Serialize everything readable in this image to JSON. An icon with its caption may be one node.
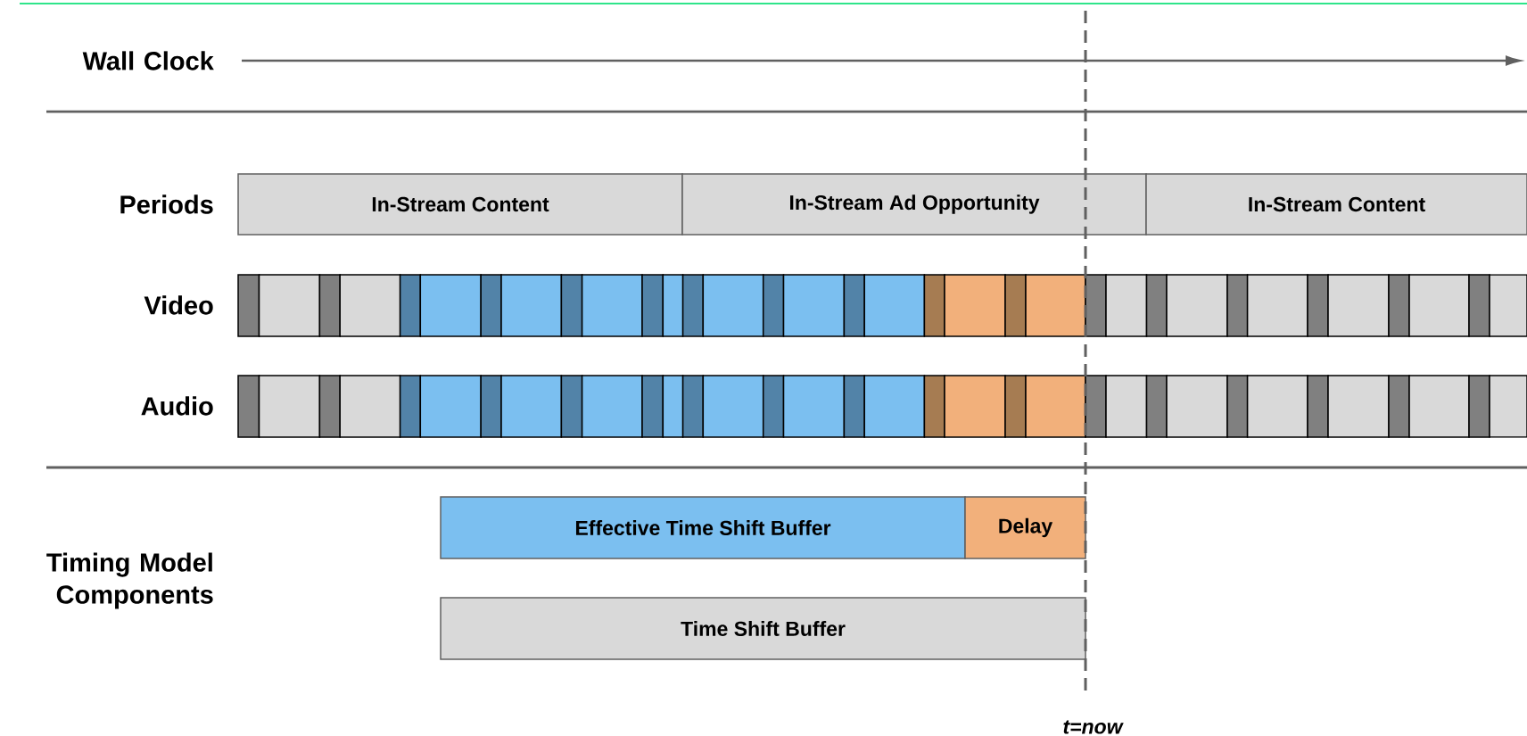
{
  "diagram": {
    "nodes": [
      {
        "text": [
          "In-Stream Content"
        ]
      },
      {
        "text": [
          "In-Stream Ad Opportunity"
        ]
      },
      {
        "text": [
          "In-Stream Content"
        ]
      },
      {
        "text": [
          "Effective Time Shift Buffer"
        ]
      },
      {
        "text": [
          "Delay"
        ]
      },
      {
        "text": [
          "Time Shift Buffer"
        ]
      }
    ],
    "labels": [
      "Wall Clock",
      "Periods",
      "Video",
      "Audio",
      "Timing Model Components",
      "t=now"
    ]
  }
}
